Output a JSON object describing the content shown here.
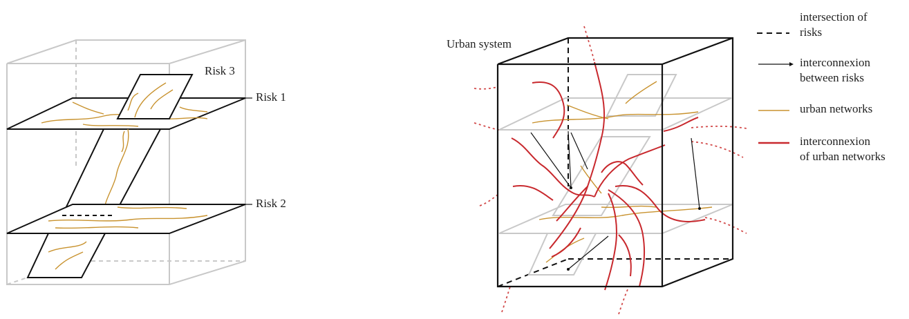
{
  "colors": {
    "frame_light": "#c8c8c8",
    "frame_dark": "#111111",
    "urban_network": "#c8922e",
    "interconnexion_network": "#c8282d",
    "interconnexion_dotted": "#d24a4a"
  },
  "left_diagram": {
    "risk1": "Risk 1",
    "risk2": "Risk 2",
    "risk3": "Risk 3"
  },
  "right_diagram": {
    "title": "Urban system"
  },
  "legend": {
    "items": [
      {
        "key": "intersection",
        "line1": "intersection of",
        "line2": "risks"
      },
      {
        "key": "interconnexion-risks",
        "line1": "interconnexion",
        "line2": "between risks"
      },
      {
        "key": "urban-networks",
        "line1": "urban networks",
        "line2": ""
      },
      {
        "key": "interconnexion-networks",
        "line1": "interconnexion",
        "line2": "of urban networks"
      }
    ]
  }
}
